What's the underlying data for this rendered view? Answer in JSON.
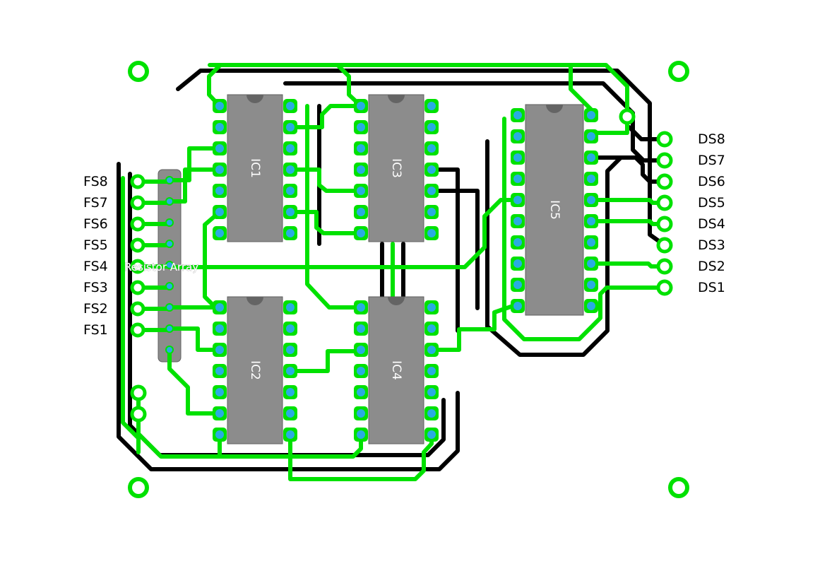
{
  "colors": {
    "top_copper_green": "#00e100",
    "bottom_copper_black": "#000000",
    "pad_hole_blue": "#29abe2",
    "ic_body_gray": "#8c8c8c",
    "board_background": "#ffffff"
  },
  "left_pin_labels": [
    "FS8",
    "FS7",
    "FS6",
    "FS5",
    "FS4",
    "FS3",
    "FS2",
    "FS1"
  ],
  "right_pin_labels": [
    "DS8",
    "DS7",
    "DS6",
    "DS5",
    "DS4",
    "DS3",
    "DS2",
    "DS1"
  ],
  "components": {
    "ic1": "IC1",
    "ic2": "IC2",
    "ic3": "IC3",
    "ic4": "IC4",
    "ic5": "IC5",
    "resistor_array": "Resistor Array"
  }
}
